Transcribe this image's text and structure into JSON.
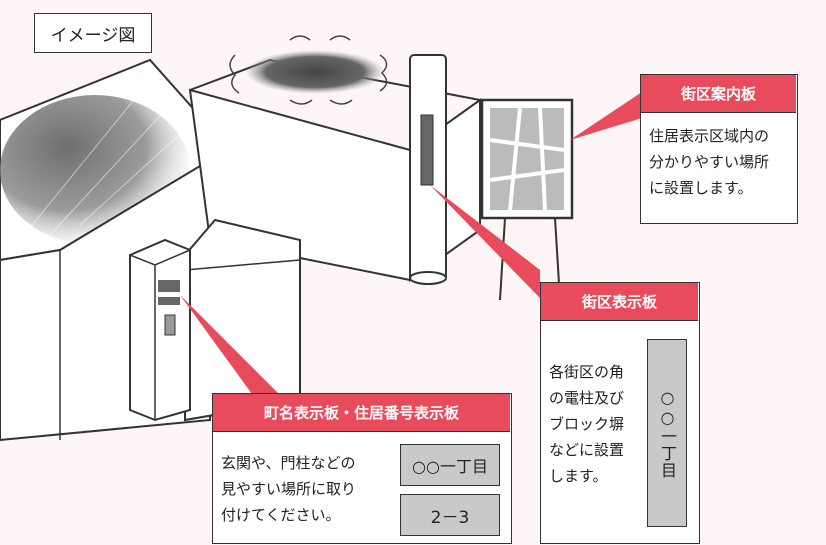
{
  "title": "イメージ図",
  "callouts": {
    "block_guide": {
      "heading": "街区案内板",
      "lines": [
        "住居表示区域内の",
        "分かりやすい場所",
        "に設置します。"
      ]
    },
    "block_sign": {
      "heading": "街区表示板",
      "lines": [
        "各街区の角",
        "の電柱及び",
        "ブロック塀",
        "などに設置",
        "します。"
      ],
      "sign_text": "○○一丁目"
    },
    "house_sign": {
      "heading": "町名表示板・住居番号表示板",
      "lines": [
        "玄関や、門柱などの",
        "見やすい場所に取り",
        "付けてください。"
      ],
      "town_sign": "○○一丁目",
      "number_sign": "2－3"
    }
  },
  "colors": {
    "accent": "#e84b5b",
    "sign_gray": "#c9c9c9",
    "background": "#fdf5f6"
  }
}
